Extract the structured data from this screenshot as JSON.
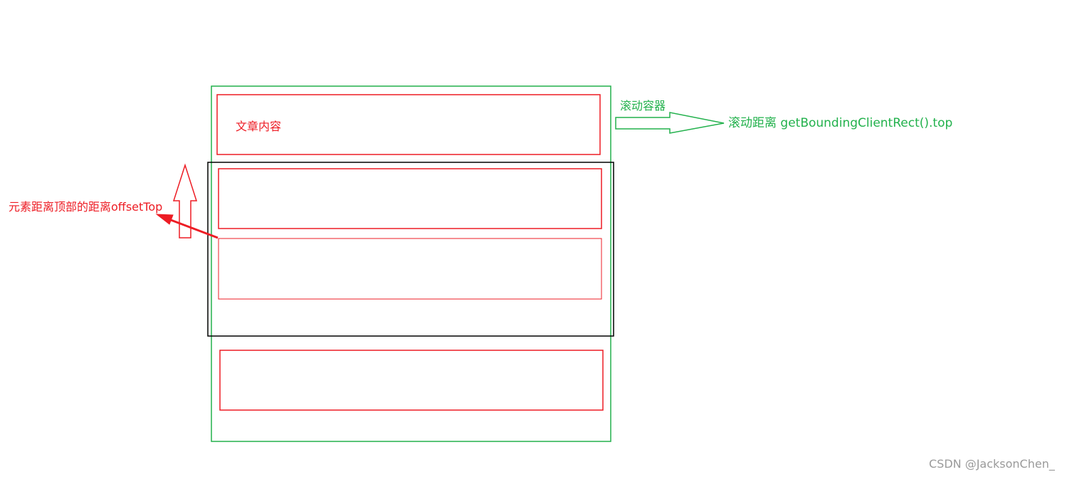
{
  "labels": {
    "article_content": "文章内容",
    "scroll_container": "滚动容器",
    "scroll_distance": "滚动距离 getBoundingClientRect().top",
    "offset_top": "元素距离顶部的距离offsetTop"
  },
  "watermark": "CSDN @JacksonChen_",
  "colors": {
    "container": "#22b14c",
    "element": "#ed1c24",
    "viewport": "#000000",
    "watermark": "#9a9a9a"
  }
}
